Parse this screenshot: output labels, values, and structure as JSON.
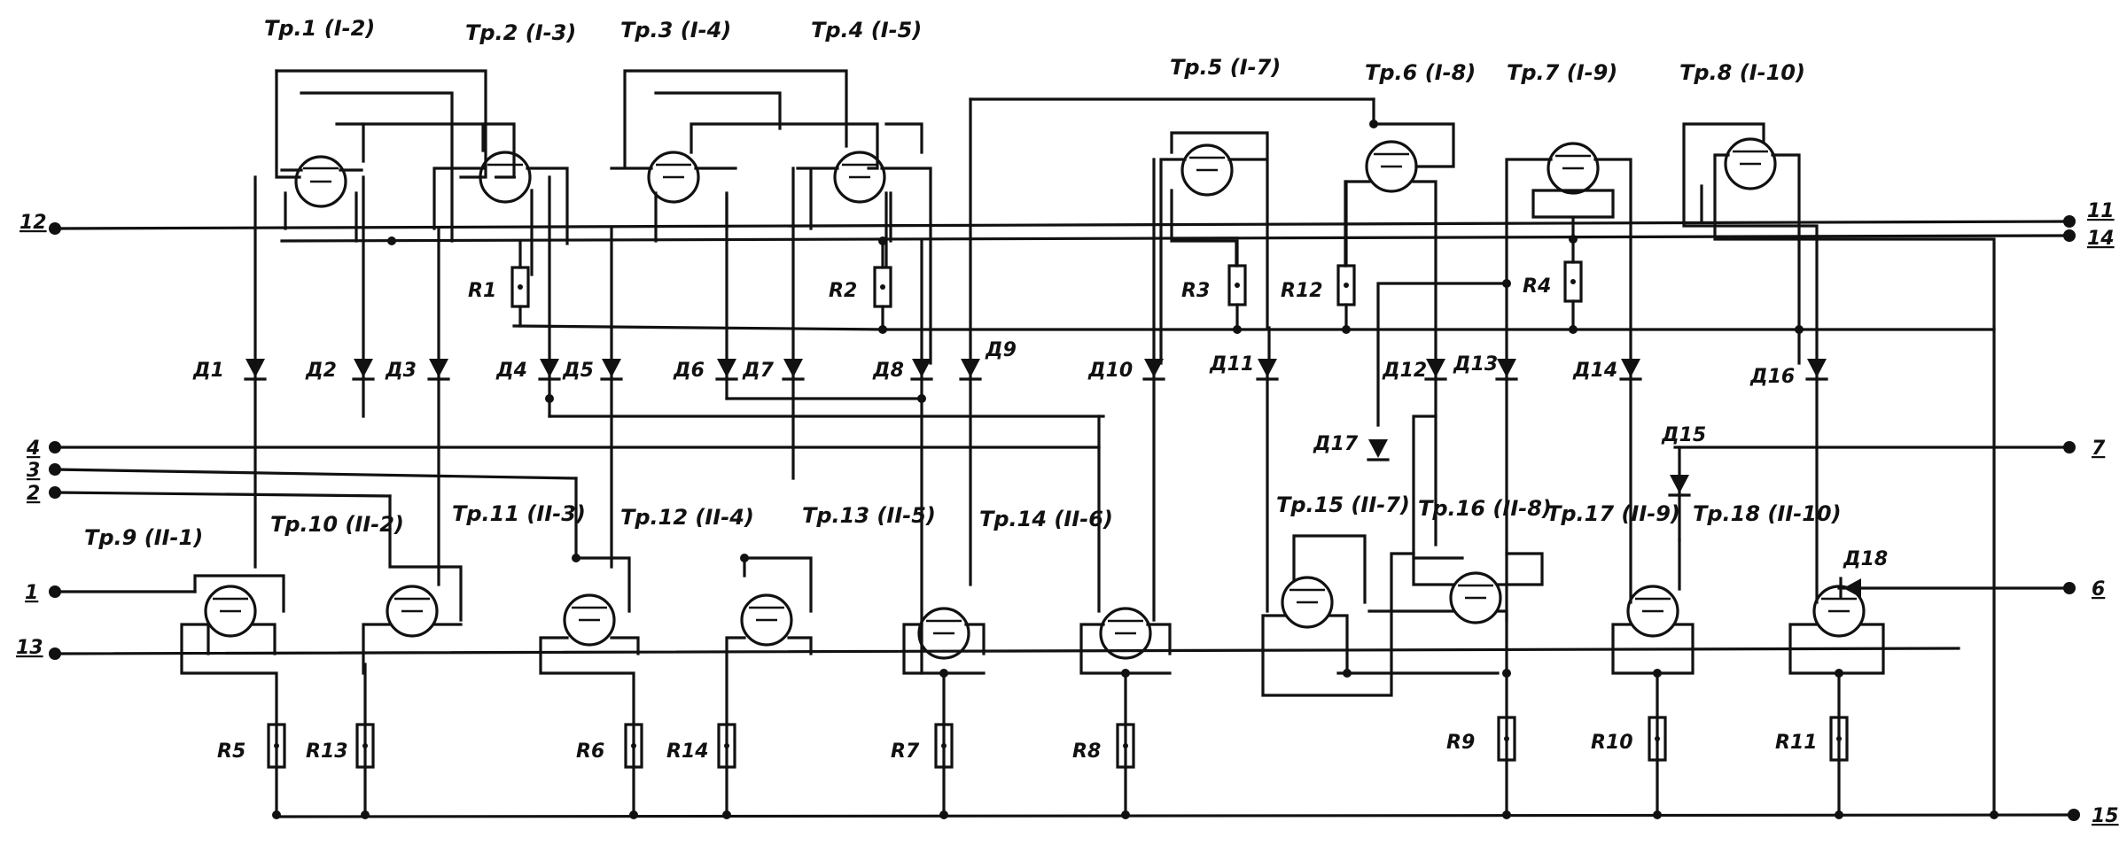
{
  "transistors_top": [
    {
      "id": "tr1",
      "label": "Тр.1 (I-2)"
    },
    {
      "id": "tr2",
      "label": "Тр.2 (I-3)"
    },
    {
      "id": "tr3",
      "label": "Тр.3 (I-4)"
    },
    {
      "id": "tr4",
      "label": "Тр.4 (I-5)"
    },
    {
      "id": "tr5",
      "label": "Тр.5 (I-7)"
    },
    {
      "id": "tr6",
      "label": "Тр.6 (I-8)"
    },
    {
      "id": "tr7",
      "label": "Тр.7 (I-9)"
    },
    {
      "id": "tr8",
      "label": "Тр.8 (I-10)"
    }
  ],
  "transistors_bottom": [
    {
      "id": "tr9",
      "label": "Тр.9 (II-1)"
    },
    {
      "id": "tr10",
      "label": "Тр.10 (II-2)"
    },
    {
      "id": "tr11",
      "label": "Тр.11 (II-3)"
    },
    {
      "id": "tr12",
      "label": "Тр.12 (II-4)"
    },
    {
      "id": "tr13",
      "label": "Тр.13 (II-5)"
    },
    {
      "id": "tr14",
      "label": "Тр.14 (II-6)"
    },
    {
      "id": "tr15",
      "label": "Тр.15 (II-7)"
    },
    {
      "id": "tr16",
      "label": "Тр.16 (II-8)"
    },
    {
      "id": "tr17",
      "label": "Тр.17 (II-9)"
    },
    {
      "id": "tr18",
      "label": "Тр.18 (II-10)"
    }
  ],
  "diodes": [
    "Д1",
    "Д2",
    "Д3",
    "Д4",
    "Д5",
    "Д6",
    "Д7",
    "Д8",
    "Д9",
    "Д10",
    "Д11",
    "Д12",
    "Д13",
    "Д14",
    "Д15",
    "Д16",
    "Д17",
    "Д18"
  ],
  "resistors": [
    "R1",
    "R2",
    "R3",
    "R4",
    "R5",
    "R6",
    "R7",
    "R8",
    "R9",
    "R10",
    "R11",
    "R12",
    "R13",
    "R14"
  ],
  "pins": {
    "p1": "1",
    "p2": "2",
    "p3": "3",
    "p4": "4",
    "p6": "6",
    "p7": "7",
    "p11": "11",
    "p12": "12",
    "p13": "13",
    "p14": "14",
    "p15": "15"
  }
}
